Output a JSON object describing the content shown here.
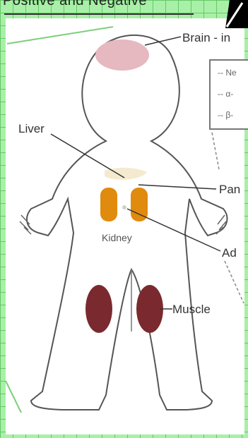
{
  "diagram": {
    "title": "Positive and Negative",
    "labels": {
      "brain": "Brain - in",
      "liver": "Liver",
      "pancreas": "Pan",
      "kidney": "Kidney",
      "adipose": "Ad",
      "muscle": "Muscle"
    },
    "legend": {
      "items": [
        "-- Ne",
        "-- α-",
        "-- β-"
      ]
    },
    "colors": {
      "brain": "#e6b8bf",
      "kidney": "#e08a0e",
      "muscle": "#7a2a2e",
      "pancreas": "#f4ead0",
      "grid_bg": "#a8f0a8",
      "grid_line": "#67c767"
    },
    "icons": {
      "corner": "corner-mark-icon"
    }
  }
}
